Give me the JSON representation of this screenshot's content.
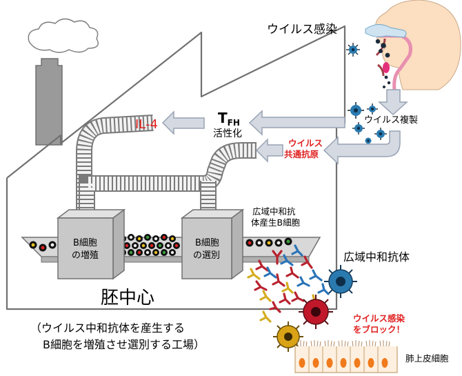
{
  "labels": {
    "viral_infection": "ウイルス感染",
    "viral_replication": "ウイルス複製",
    "tfh_main": "T",
    "tfh_sub": "FH",
    "activation": "活性化",
    "il4": "IL-4",
    "common_antigen_line1": "ウイルス",
    "common_antigen_line2": "共通抗原",
    "bnab_b_cell_line1": "広域中和抗",
    "bnab_b_cell_line2": "体産生B細胞",
    "b_cell_proliferation_line1": "B細胞",
    "b_cell_proliferation_line2": "の増殖",
    "b_cell_selection_line1": "B細胞",
    "b_cell_selection_line2": "の選別",
    "germinal_center": "胚中心",
    "broadly_neutralizing_antibody": "広域中和抗体",
    "block_infection_line1": "ウイルス感染",
    "block_infection_line2": "をブロック！",
    "lung_epithelial_cells": "肺上皮細胞",
    "caption_line1": "（ウイルス中和抗体を産生する",
    "caption_line2": "B細胞を増殖させ選別する工場）"
  },
  "colors": {
    "text_red": "#e02020",
    "factory_outline": "#707070",
    "machine_fill": "#c8c8c8",
    "arrow_fill": "#d4d9e2",
    "arrow_stroke": "#97a2b2",
    "virus_blue": "#2a7ab0",
    "virus_red": "#c0182a",
    "virus_yellow": "#d8a316",
    "antibody_red": "#b8222e",
    "antibody_blue": "#2b74b8",
    "antibody_yellow": "#d4ad20",
    "cell_orange": "#f07a1c"
  }
}
